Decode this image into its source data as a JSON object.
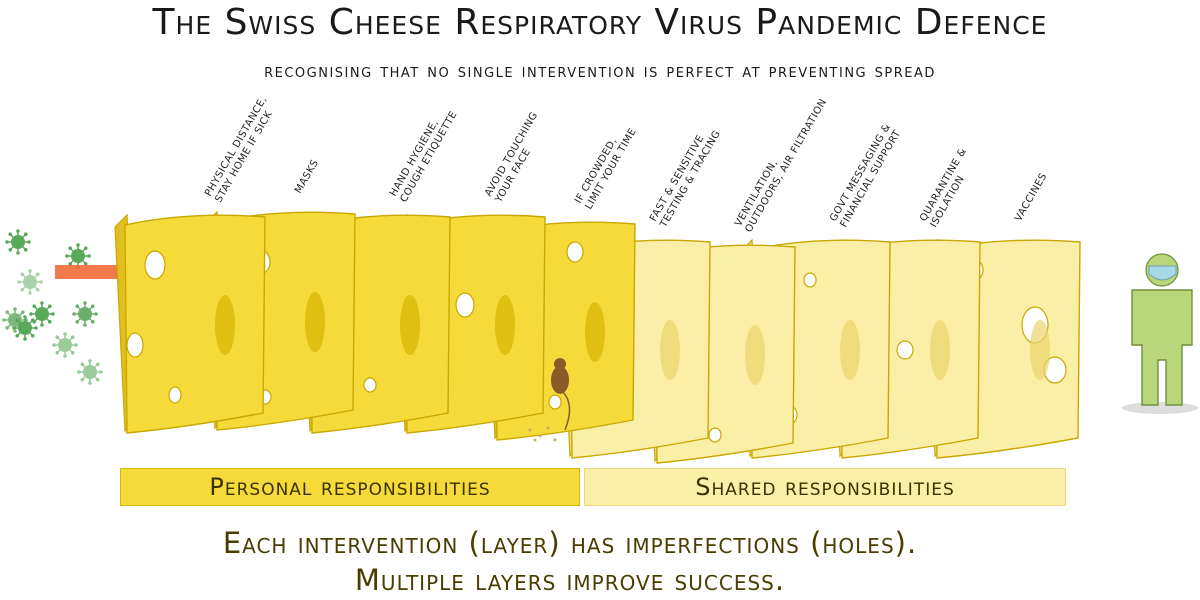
{
  "title": "The Swiss Cheese Respiratory Virus Pandemic Defence",
  "subtitle": "recognising that no single intervention is perfect at preventing spread",
  "layers": [
    {
      "label": [
        "Physical distance,",
        "stay home if sick"
      ],
      "group": "personal"
    },
    {
      "label": [
        "Masks"
      ],
      "group": "personal"
    },
    {
      "label": [
        "Hand hygiene,",
        "cough etiquette"
      ],
      "group": "personal"
    },
    {
      "label": [
        "Avoid touching",
        "your face"
      ],
      "group": "personal"
    },
    {
      "label": [
        "If crowded,",
        "limit your time"
      ],
      "group": "personal"
    },
    {
      "label": [
        "Fast & sensitive",
        "testing & tracing"
      ],
      "group": "shared"
    },
    {
      "label": [
        "Ventilation,",
        "outdoors, air filtration"
      ],
      "group": "shared"
    },
    {
      "label": [
        "Govt messaging &",
        "financial support"
      ],
      "group": "shared"
    },
    {
      "label": [
        "Quarantine &",
        "isolation"
      ],
      "group": "shared"
    },
    {
      "label": [
        "Vaccines"
      ],
      "group": "shared"
    }
  ],
  "responsibilities": {
    "personal": "Personal responsibilities",
    "shared": "Shared responsibilities"
  },
  "caption": {
    "line1": "Each intervention (layer) has imperfections (holes).",
    "line2": "Multiple layers improve success."
  },
  "colors": {
    "personal_fill": "#f5da3a",
    "shared_fill": "#fbefa8",
    "cheese_edge": "#c9a800",
    "virus": "#5aa85a",
    "arrow": "#f26a3a",
    "person": "#b9d77a"
  }
}
